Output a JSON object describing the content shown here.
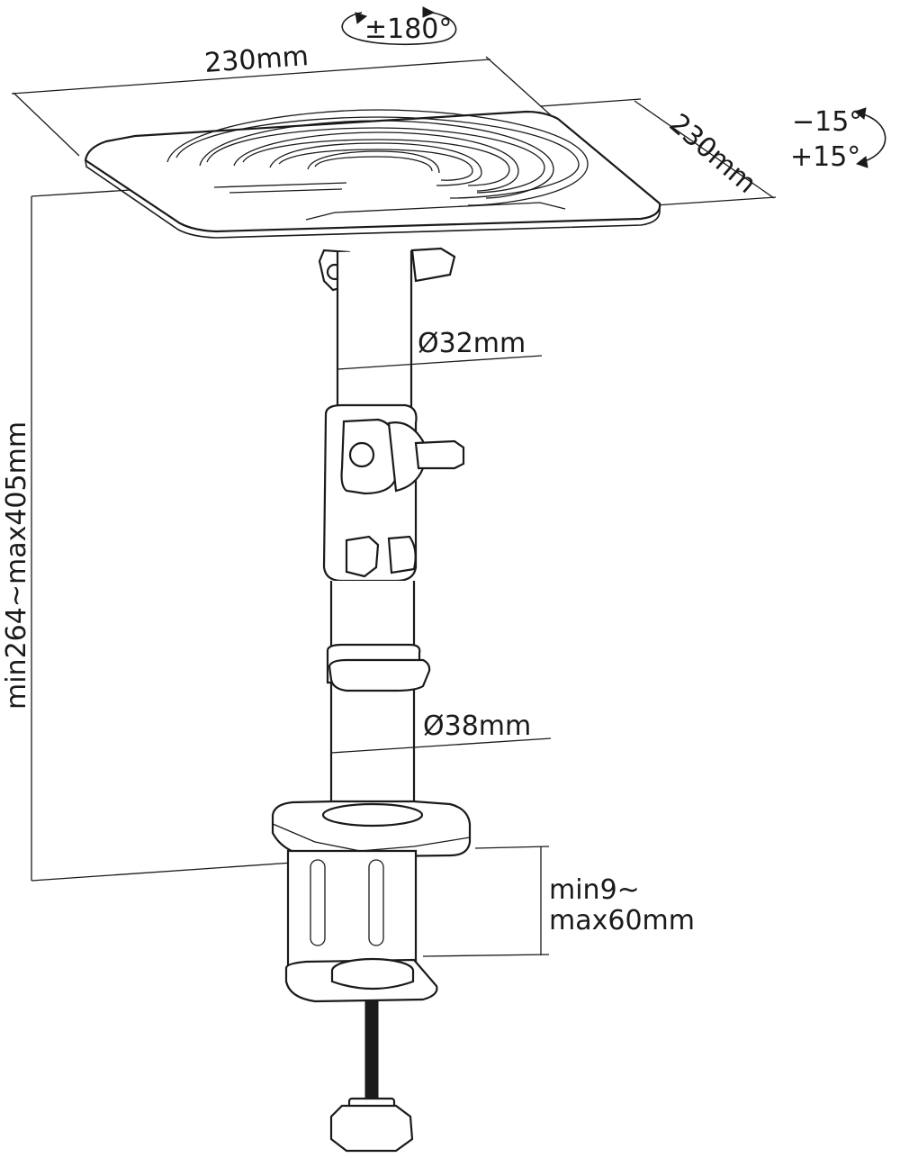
{
  "labels": {
    "rotation": "±180°",
    "width": "230mm",
    "depth": "230mm",
    "tilt_up": "−15°",
    "tilt_down": "+15°",
    "upper_diameter": "Ø32mm",
    "lower_diameter": "Ø38mm",
    "height_range": "min264~max405mm",
    "clamp_min": "min9~",
    "clamp_max": "max60mm"
  }
}
